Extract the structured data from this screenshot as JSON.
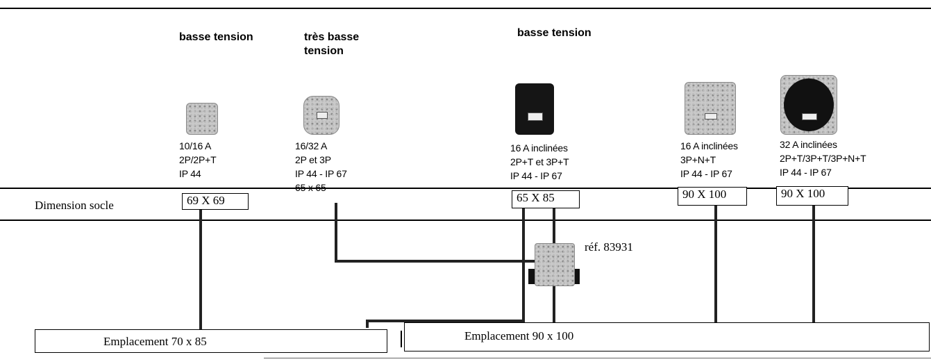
{
  "headers": {
    "col1": "basse tension",
    "col2_line1": "très basse",
    "col2_line2": "tension",
    "col3": "basse tension"
  },
  "row_label": "Dimension socle",
  "columns": [
    {
      "lines": [
        "10/16 A",
        "2P/2P+T",
        "IP 44"
      ],
      "socle": "69 X 69"
    },
    {
      "lines": [
        "16/32 A",
        "2P et 3P",
        "IP 44 - IP 67"
      ],
      "socle": "65 x 65"
    },
    {
      "lines": [
        "16 A inclinées",
        "2P+T et 3P+T",
        "IP 44 - IP 67"
      ],
      "socle": "65 X 85"
    },
    {
      "lines": [
        "16 A inclinées",
        "3P+N+T",
        "IP 44 - IP 67"
      ],
      "socle": "90 X 100"
    },
    {
      "lines": [
        "32 A inclinées",
        "2P+T/3P+T/3P+N+T",
        "IP 44 - IP 67"
      ],
      "socle": "90 X 100"
    }
  ],
  "adapter_ref": "réf. 83931",
  "emplacements": [
    {
      "label": "Emplacement 70 x 85"
    },
    {
      "label": "Emplacement 90 x 100"
    }
  ]
}
